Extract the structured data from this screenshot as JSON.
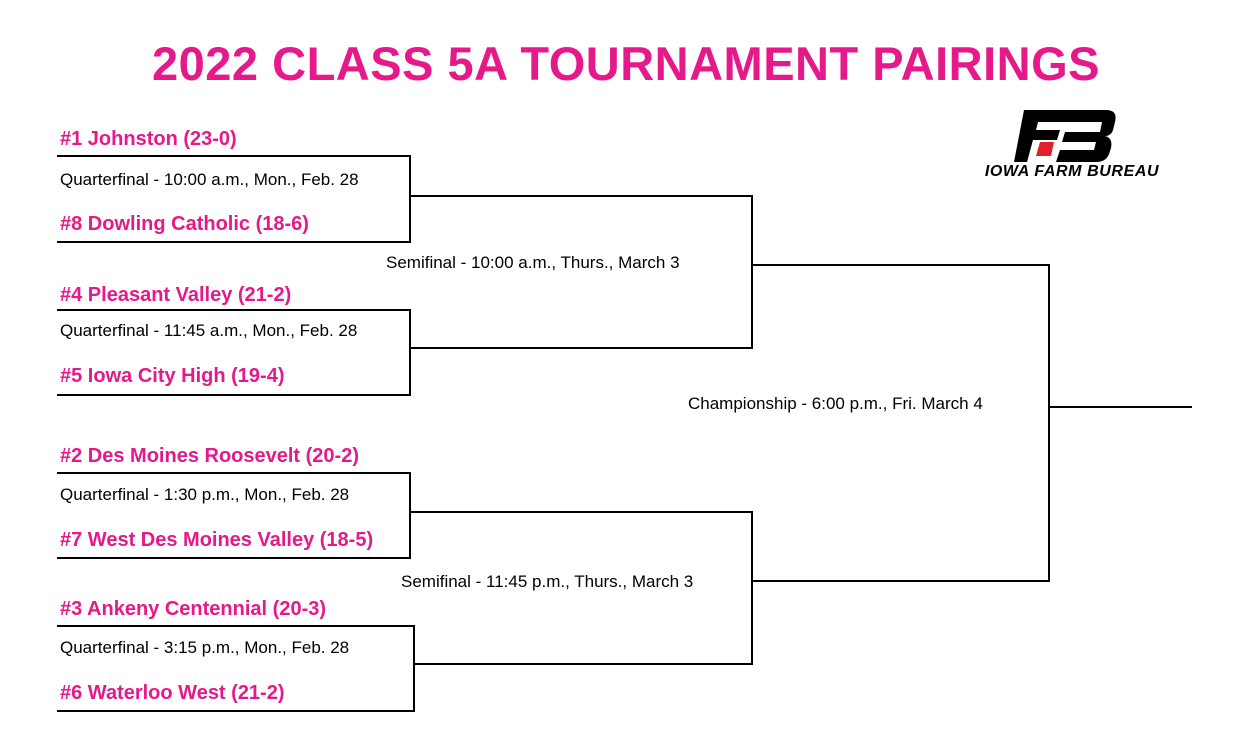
{
  "title": "2022 CLASS 5A TOURNAMENT PAIRINGS",
  "colors": {
    "accent": "#e5198a",
    "line": "#000000",
    "logo_red": "#e0202a"
  },
  "logo": {
    "name": "fb-logo-icon",
    "text": "IOWA FARM BUREAU"
  },
  "teams": [
    "#1 Johnston (23-0)",
    "#8 Dowling Catholic (18-6)",
    "#4 Pleasant Valley (21-2)",
    "#5 Iowa City High (19-4)",
    "#2 Des Moines Roosevelt (20-2)",
    "#7 West Des Moines Valley (18-5)",
    "#3 Ankeny Centennial (20-3)",
    "#6 Waterloo West (21-2)"
  ],
  "quarterfinals": [
    "Quarterfinal - 10:00 a.m., Mon., Feb. 28",
    "Quarterfinal - 11:45 a.m., Mon., Feb. 28",
    "Quarterfinal - 1:30 p.m., Mon., Feb. 28",
    "Quarterfinal - 3:15 p.m., Mon., Feb. 28"
  ],
  "semifinals": [
    "Semifinal - 10:00 a.m., Thurs., March 3",
    "Semifinal - 11:45 p.m., Thurs., March 3"
  ],
  "championship": "Championship - 6:00 p.m., Fri. March 4"
}
